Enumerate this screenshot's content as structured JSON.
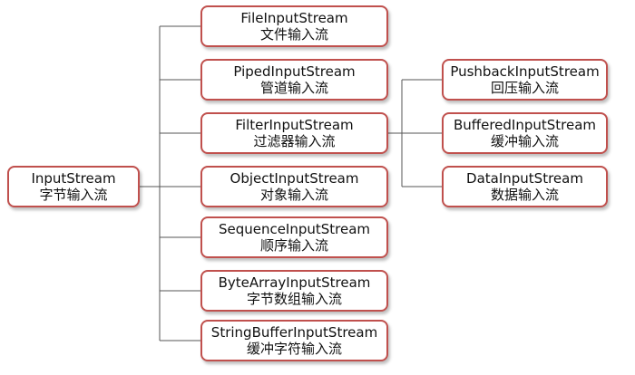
{
  "root": {
    "name": "InputStream",
    "label": "字节输入流"
  },
  "children": [
    {
      "name": "FileInputStream",
      "label": "文件输入流"
    },
    {
      "name": "PipedInputStream",
      "label": "管道输入流"
    },
    {
      "name": "FilterInputStream",
      "label": "过滤器输入流"
    },
    {
      "name": "ObjectInputStream",
      "label": "对象输入流"
    },
    {
      "name": "SequenceInputStream",
      "label": "顺序输入流"
    },
    {
      "name": "ByteArrayInputStream",
      "label": "字节数组输入流"
    },
    {
      "name": "StringBufferInputStream",
      "label": "缓冲字符输入流"
    }
  ],
  "filter_children": [
    {
      "name": "PushbackInputStream",
      "label": "回压输入流"
    },
    {
      "name": "BufferedInputStream",
      "label": "缓冲输入流"
    },
    {
      "name": "DataInputStream",
      "label": "数据输入流"
    }
  ],
  "colors": {
    "box_border": "#c0504d",
    "connector": "#555555",
    "text": "#111111"
  }
}
